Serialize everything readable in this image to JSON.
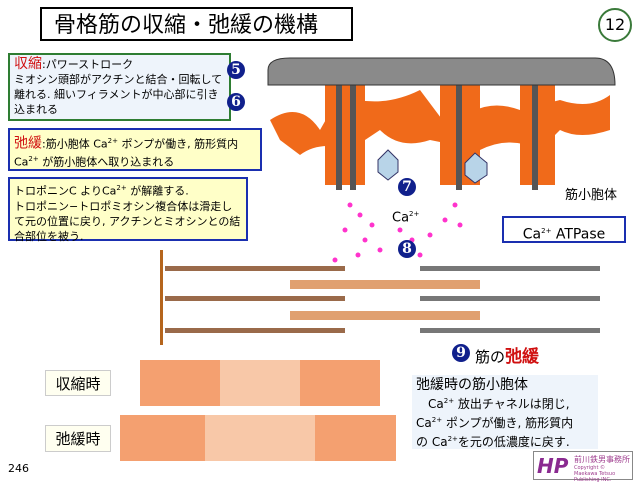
{
  "title": "骨格筋の収縮・弛緩の機構",
  "page_number": "12",
  "contraction_box": {
    "heading": "収縮",
    "subtitle": ":パワーストローク",
    "body": "ミオシン頭部がアクチンと結合・回転して離れる. 細いフィラメントが中心部に引き込まれる"
  },
  "relaxation_box": {
    "heading": "弛緩",
    "body_1": ":筋小胞体 Ca",
    "sup": "2+",
    "body_2": " ポンプが働き, 筋形質内 Ca",
    "body_3": " が筋小胞体へ取り込まれる"
  },
  "troponin_box": {
    "line1_a": "トロポニンC よりCa",
    "sup": "2+",
    "line1_b": " が解離する.",
    "rest": "トロポニン−トロポミオシン複合体は滑走して元の位置に戻り, アクチンとミオシンとの結合部位を被う."
  },
  "step_numbers": [
    "5",
    "6",
    "7",
    "8",
    "9"
  ],
  "labels": {
    "sr": "筋小胞体",
    "ca": "Ca",
    "ca_sup": "2+",
    "atpase": "Ca",
    "atpase_rest": " ATPase",
    "muscle_prefix": "筋の",
    "muscle_state": "弛緩",
    "contracted": "収縮時",
    "relaxed": "弛緩時"
  },
  "note_box": {
    "title": "弛緩時の筋小胞体",
    "l1a": "Ca",
    "sup": "2+",
    "l1b": " 放出チャネルは閉じ,",
    "l2b": " ポンプが働き, 筋形質内",
    "l3a": "の Ca",
    "l3b": "を元の低濃度に戻す."
  },
  "slide_number": "246",
  "logo": {
    "text": "前川鉄男事務所",
    "copyright": "Copyright © Maekawa Tetsuo Publishing INC."
  },
  "colors": {
    "reticulum": "#f06a1a",
    "calcium": "#ff33cc",
    "step": "#10208c",
    "accent_red": "#d01010"
  }
}
